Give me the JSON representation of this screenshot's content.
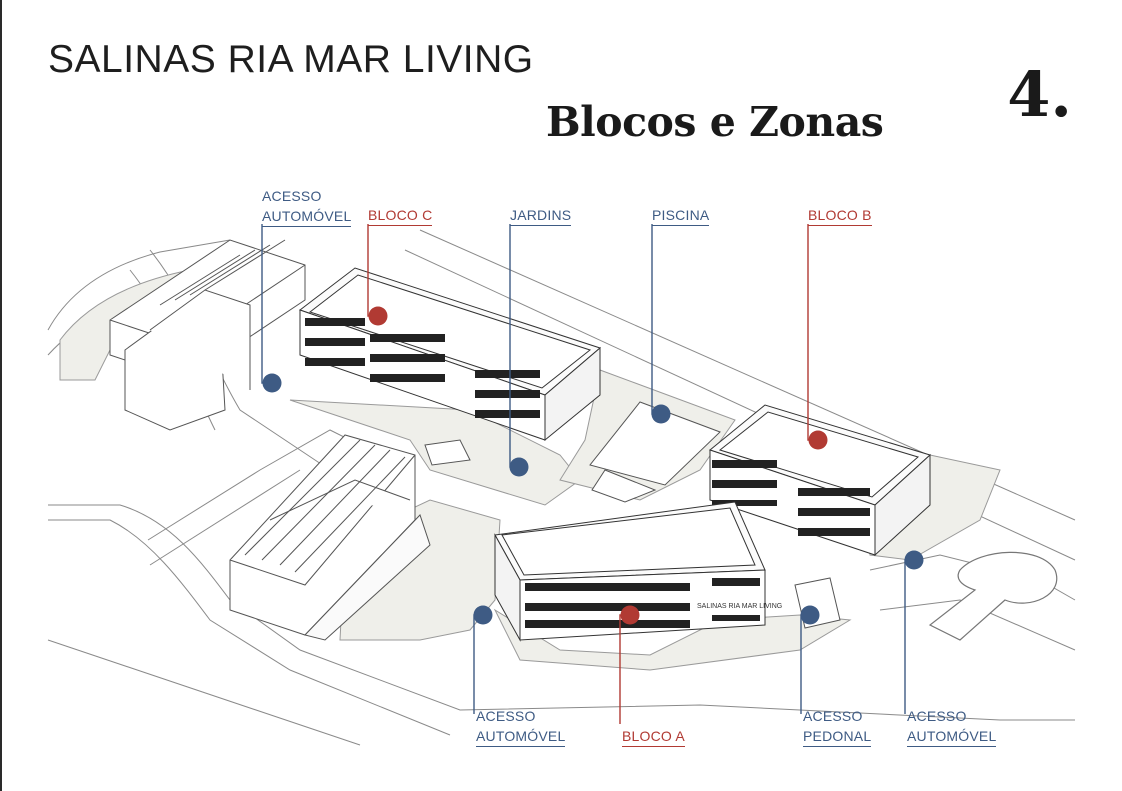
{
  "header": {
    "brand": "SALINAS RIA MAR LIVING",
    "page_number": "4.",
    "title": "Blocos e Zonas"
  },
  "colors": {
    "access_marker": "#3e5b84",
    "block_marker": "#b13a33",
    "zone_fill": "#efefea",
    "line_art": "#666666"
  },
  "callouts": {
    "acesso_automovel_nw": {
      "line1": "ACESSO",
      "line2": "AUTOMÓVEL",
      "category": "access"
    },
    "bloco_c": {
      "label": "BLOCO C",
      "category": "block"
    },
    "jardins": {
      "label": "JARDINS",
      "category": "zone"
    },
    "piscina": {
      "label": "PISCINA",
      "category": "zone"
    },
    "bloco_b": {
      "label": "BLOCO B",
      "category": "block"
    },
    "acesso_automovel_sw": {
      "line1": "ACESSO",
      "line2": "AUTOMÓVEL",
      "category": "access"
    },
    "bloco_a": {
      "label": "BLOCO A",
      "category": "block"
    },
    "acesso_pedonal": {
      "line1": "ACESSO",
      "line2": "PEDONAL",
      "category": "access"
    },
    "acesso_automovel_e": {
      "line1": "ACESSO",
      "line2": "AUTOMÓVEL",
      "category": "access"
    }
  },
  "building_sign": "SALINAS RIA MAR LIVING"
}
